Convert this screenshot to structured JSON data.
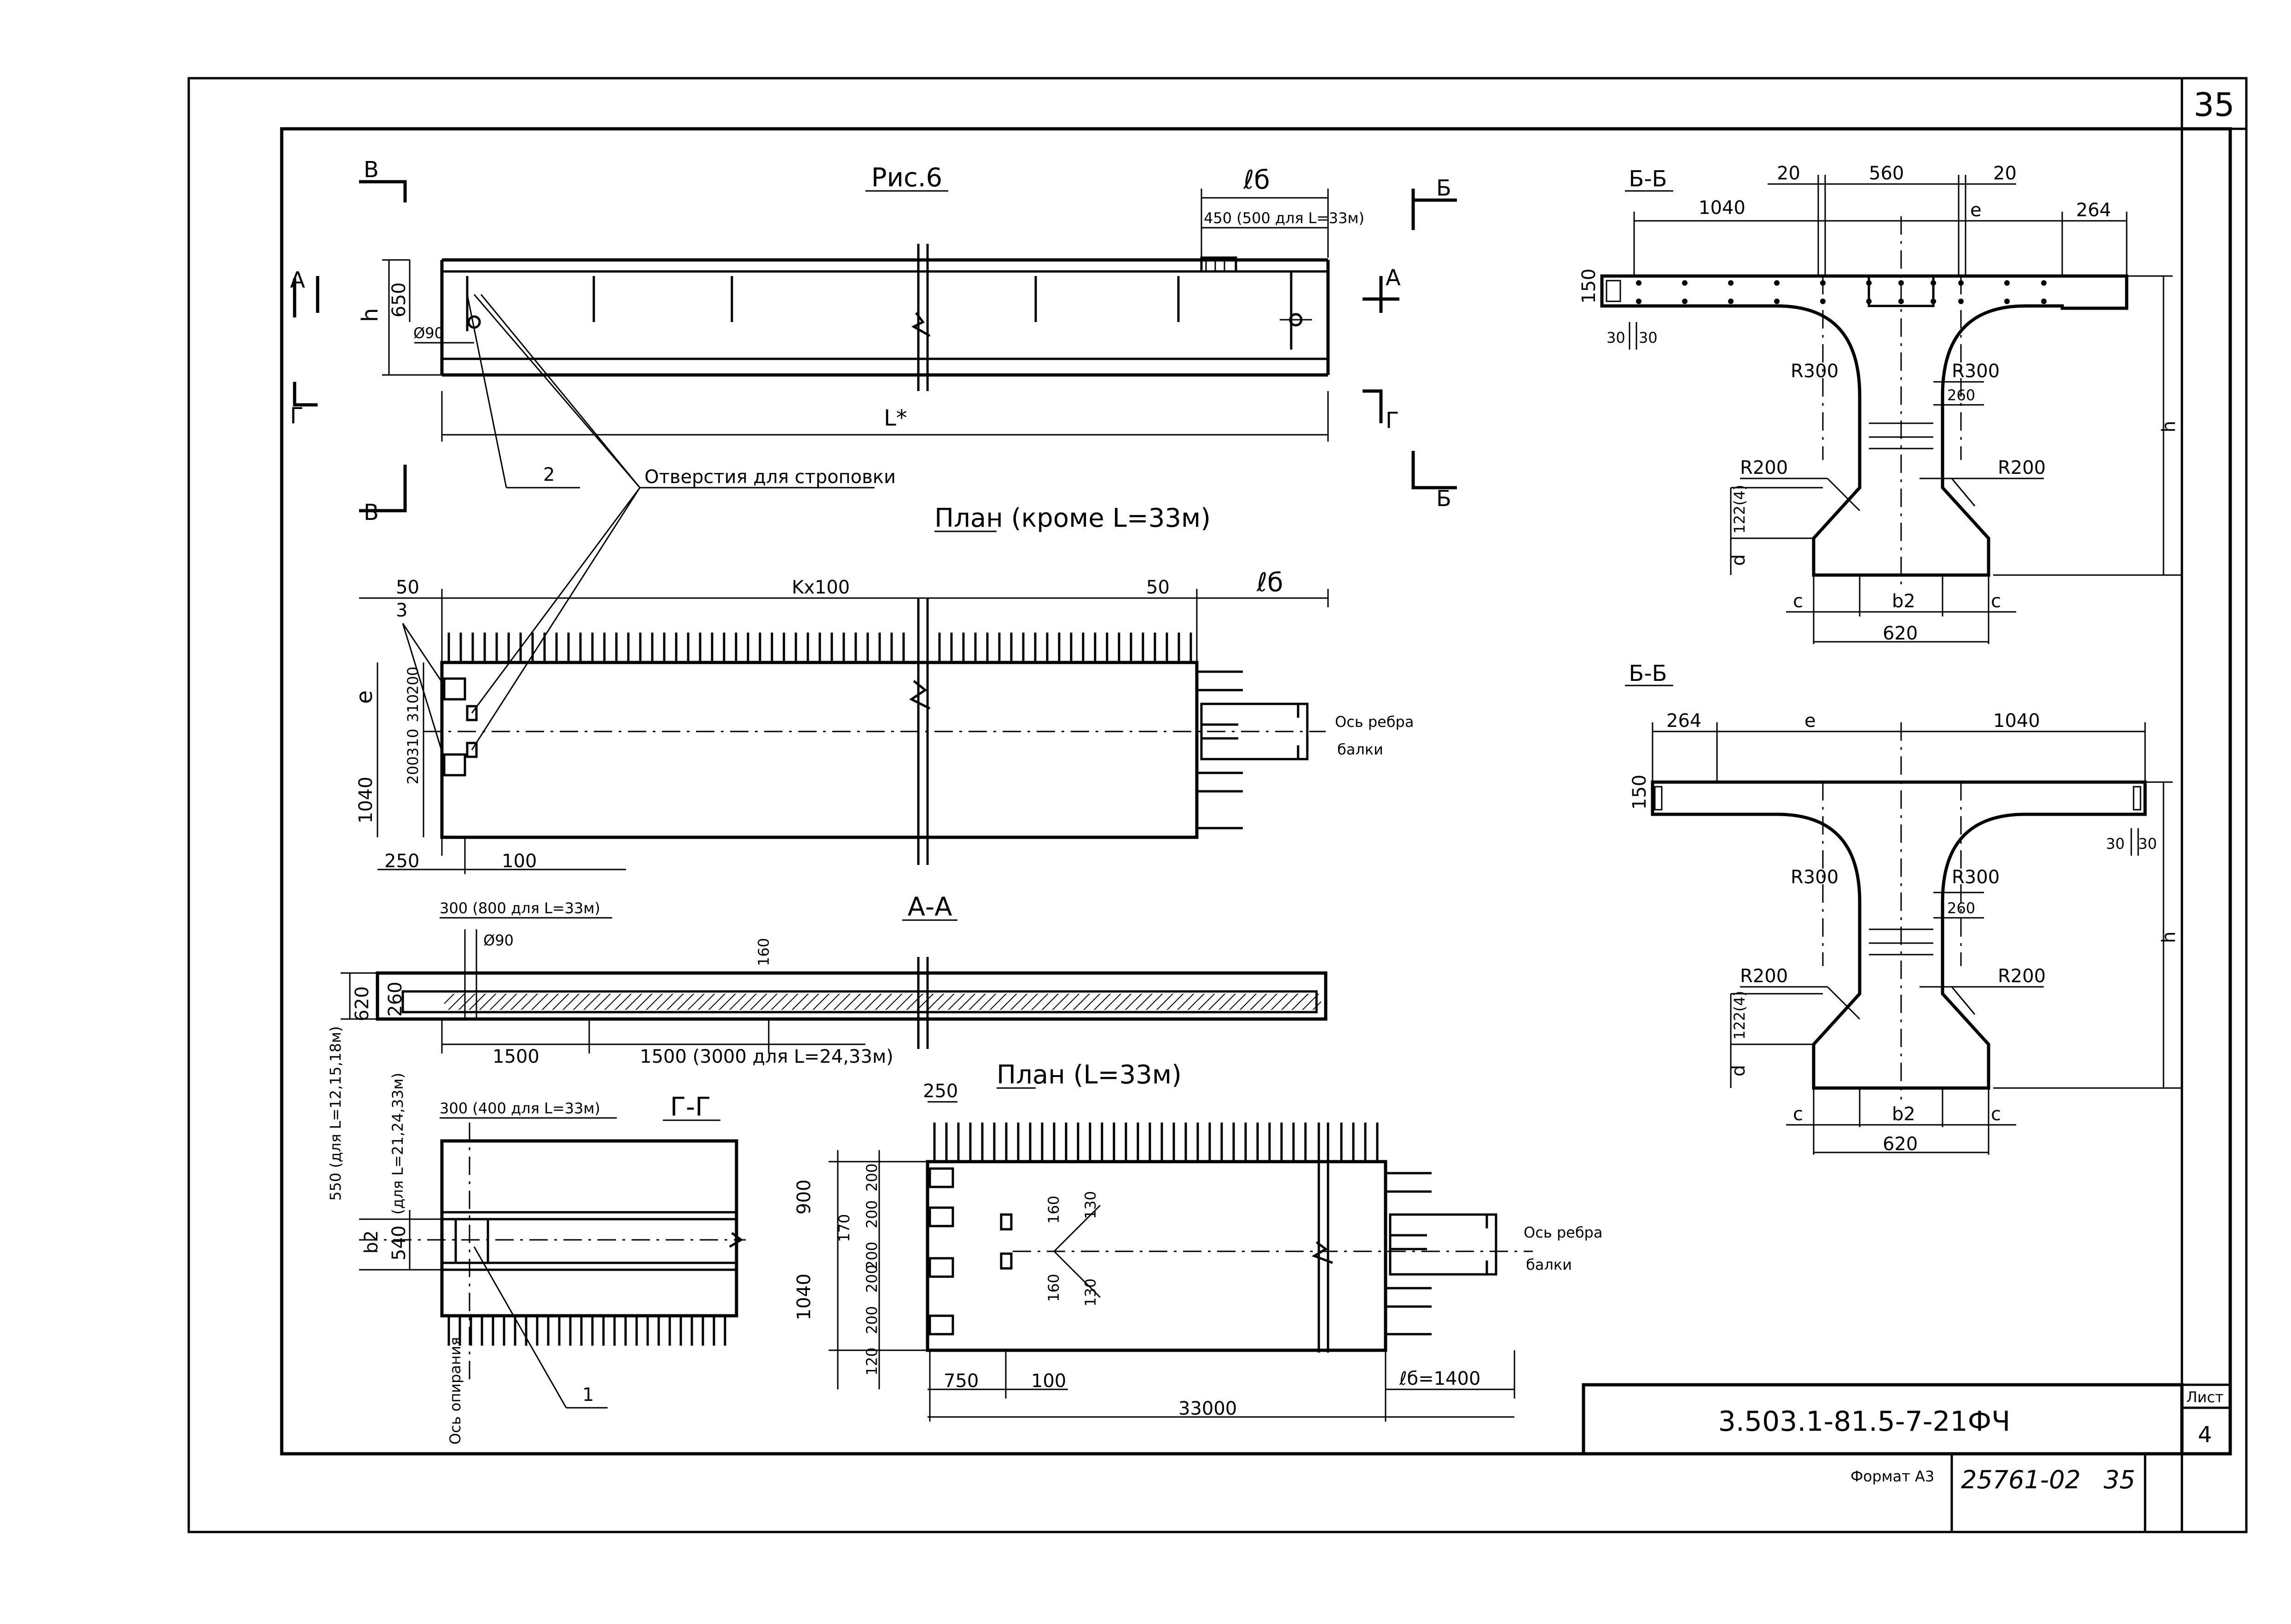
{
  "sheet_number": "35",
  "figure": {
    "title": "Рис.6",
    "l_b": "ℓб",
    "top_note": "450 (500 для L=33м)",
    "L_star": "L*",
    "h": "h",
    "d650": "650",
    "phi90": "Ø90",
    "marker_2": "2",
    "lifting_holes": "Отверстия для строповки",
    "cuts": {
      "A": "А",
      "B": "Б",
      "V": "В",
      "G": "Г"
    }
  },
  "plan_main": {
    "title": "План (кроме L=33м)",
    "d50a": "50",
    "kx100": "Kx100",
    "d50b": "50",
    "l_b": "ℓб",
    "marker_3": "3",
    "e": "e",
    "d200a": "200",
    "d310a": "310",
    "d310b": "310",
    "d200b": "200",
    "d1040": "1040",
    "d250": "250",
    "d100": "100",
    "axis_label_1": "Ось ребра",
    "axis_label_2": "балки"
  },
  "section_aa": {
    "title": "А-А",
    "note300": "300 (800 для L=33м)",
    "phi90": "Ø90",
    "d160": "160",
    "d620": "620",
    "d260": "260",
    "d1500a": "1500",
    "d1500b": "1500 (3000 для L=24,33м)"
  },
  "section_gg": {
    "title": "Г-Г",
    "note300": "300 (400 для L=33м)",
    "note550": "550 (для L=12,15,18м)",
    "note_l21": "(для L=21,24,33м)",
    "b2": "b2",
    "d540": "540",
    "axis_support": "Ось опирания",
    "marker_1": "1"
  },
  "plan_33": {
    "title": "План (L=33м)",
    "d250": "250",
    "d900": "900",
    "d170": "170",
    "d200a": "200",
    "d200b": "200",
    "d200c": "200",
    "d200d": "200",
    "d200e": "200",
    "d160a": "160",
    "d130a": "130",
    "d160b": "160",
    "d130b": "130",
    "d1040": "1040",
    "d120": "120",
    "d750": "750",
    "d100": "100",
    "d33000": "33000",
    "lb1400": "ℓб=1400",
    "axis_label_1": "Ось ребра",
    "axis_label_2": "балки"
  },
  "section_bb_1": {
    "title": "Б-Б",
    "d20a": "20",
    "d560": "560",
    "d20b": "20",
    "d1040": "1040",
    "e": "e",
    "d264": "264",
    "d150": "150",
    "d30a": "30",
    "d30b": "30",
    "r300a": "R300",
    "r300b": "R300",
    "d260": "260",
    "r200a": "R200",
    "r200b": "R200",
    "d122": "122(4)",
    "d": "d",
    "h": "h",
    "c1": "c",
    "b2": "b2",
    "c2": "c",
    "d620": "620"
  },
  "section_bb_2": {
    "title": "Б-Б",
    "d264": "264",
    "e": "e",
    "d1040": "1040",
    "d150": "150",
    "d30a": "30",
    "d30b": "30",
    "r300a": "R300",
    "r300b": "R300",
    "d260": "260",
    "r200a": "R200",
    "r200b": "R200",
    "d122": "122(4)",
    "d": "d",
    "h": "h",
    "c1": "c",
    "b2": "b2",
    "c2": "c",
    "d620": "620"
  },
  "title_block": {
    "designation": "3.503.1-81.5-7-21ФЧ",
    "sheet_label": "Лист",
    "sheet_value": "4",
    "format": "Формат А3",
    "inventory": "25761-02",
    "page": "35"
  }
}
